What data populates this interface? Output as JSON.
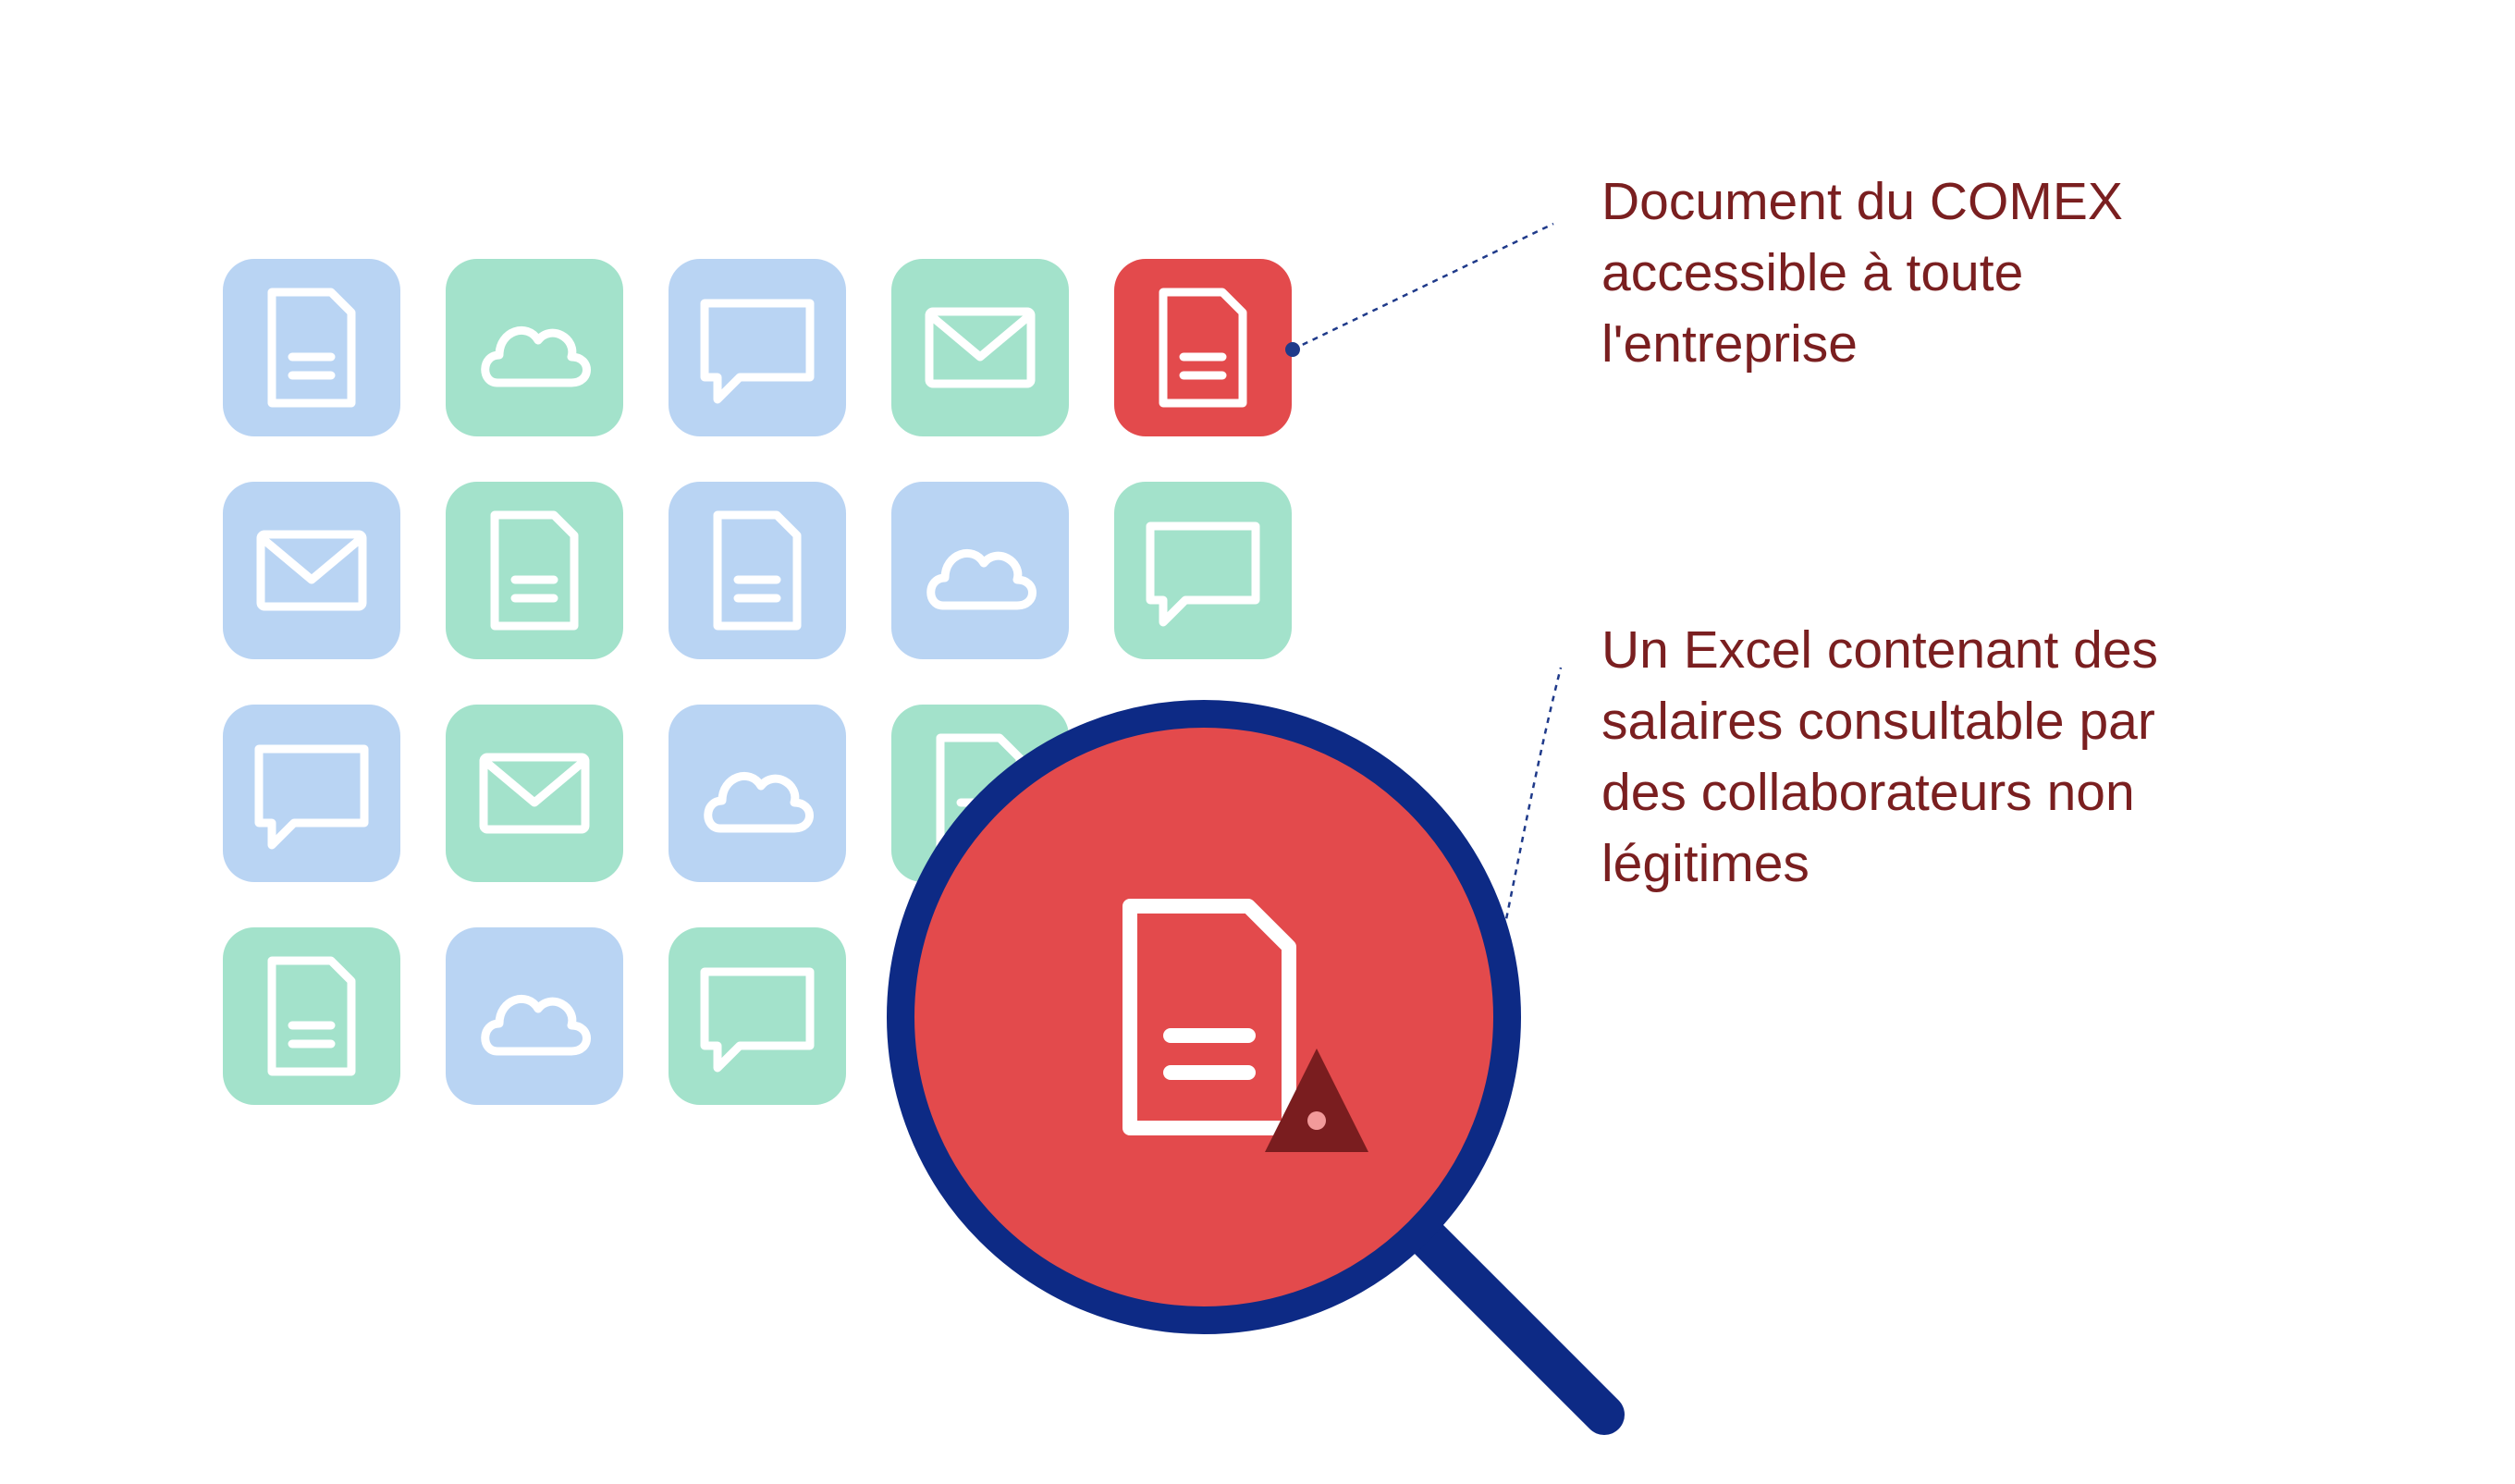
{
  "colors": {
    "tile_blue": "#b9d4f3",
    "tile_green": "#a3e2cb",
    "tile_red": "#e34a4c",
    "icon_stroke": "#ffffff",
    "lens_ring": "#0d2a85",
    "lens_fill": "#e34a4c",
    "warning_triangle": "#7a1d1f",
    "warning_dot": "#f29a9a",
    "callout_text": "#7a1f20",
    "leader_line": "#1f3a8a"
  },
  "tiles": [
    {
      "icon": "document-icon",
      "color": "blue"
    },
    {
      "icon": "cloud-icon",
      "color": "green"
    },
    {
      "icon": "chat-bubble-icon",
      "color": "blue"
    },
    {
      "icon": "envelope-icon",
      "color": "green"
    },
    {
      "icon": "document-icon",
      "color": "red",
      "highlighted": true
    },
    {
      "icon": "envelope-icon",
      "color": "blue"
    },
    {
      "icon": "document-icon",
      "color": "green"
    },
    {
      "icon": "document-icon",
      "color": "blue"
    },
    {
      "icon": "cloud-icon",
      "color": "blue"
    },
    {
      "icon": "chat-bubble-icon",
      "color": "green"
    },
    {
      "icon": "chat-bubble-icon",
      "color": "blue"
    },
    {
      "icon": "envelope-icon",
      "color": "green"
    },
    {
      "icon": "cloud-icon",
      "color": "blue"
    },
    {
      "icon": "document-icon",
      "color": "green"
    },
    {
      "icon": "document-icon",
      "color": "green"
    },
    {
      "icon": "cloud-icon",
      "color": "blue"
    },
    {
      "icon": "chat-bubble-icon",
      "color": "green"
    }
  ],
  "magnifier": {
    "icon": "magnifying-glass-icon",
    "content_icon": "document-icon",
    "warning_icon": "warning-triangle-icon"
  },
  "callouts": [
    {
      "lines": [
        "Document du COMEX",
        "accessible à toute",
        "l'entreprise"
      ]
    },
    {
      "lines": [
        "Un Excel contenant des",
        "salaires consultable par",
        "des collaborateurs non",
        "légitimes"
      ]
    }
  ]
}
